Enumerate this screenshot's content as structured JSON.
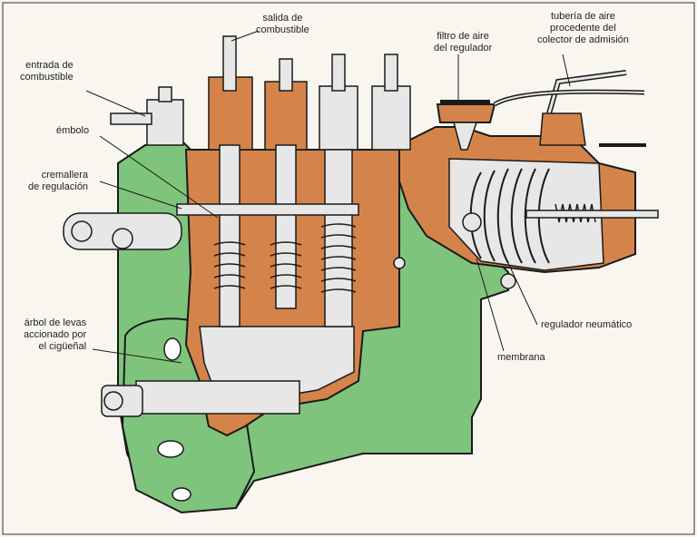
{
  "labels": {
    "salida_combustible": [
      "salida de",
      "combustible"
    ],
    "entrada_combustible": [
      "entrada de",
      "combustible"
    ],
    "embolo": [
      "émbolo"
    ],
    "cremallera": [
      "cremallera",
      "de regulación"
    ],
    "arbol_levas": [
      "árbol de levas",
      "accionado por",
      "el cigüeñal"
    ],
    "filtro_aire": [
      "filtro de aire",
      "del regulador"
    ],
    "tuberia_aire": [
      "tubería de aire",
      "procedente del",
      "colector de admisión"
    ],
    "regulador": [
      "regulador neumático"
    ],
    "membrana": [
      "membrana"
    ]
  },
  "colors": {
    "housing": "#7fc47c",
    "copper": "#d4844a",
    "metal": "#e7e7e7",
    "outline": "#1a1a1a",
    "background": "#f8f6ef"
  }
}
